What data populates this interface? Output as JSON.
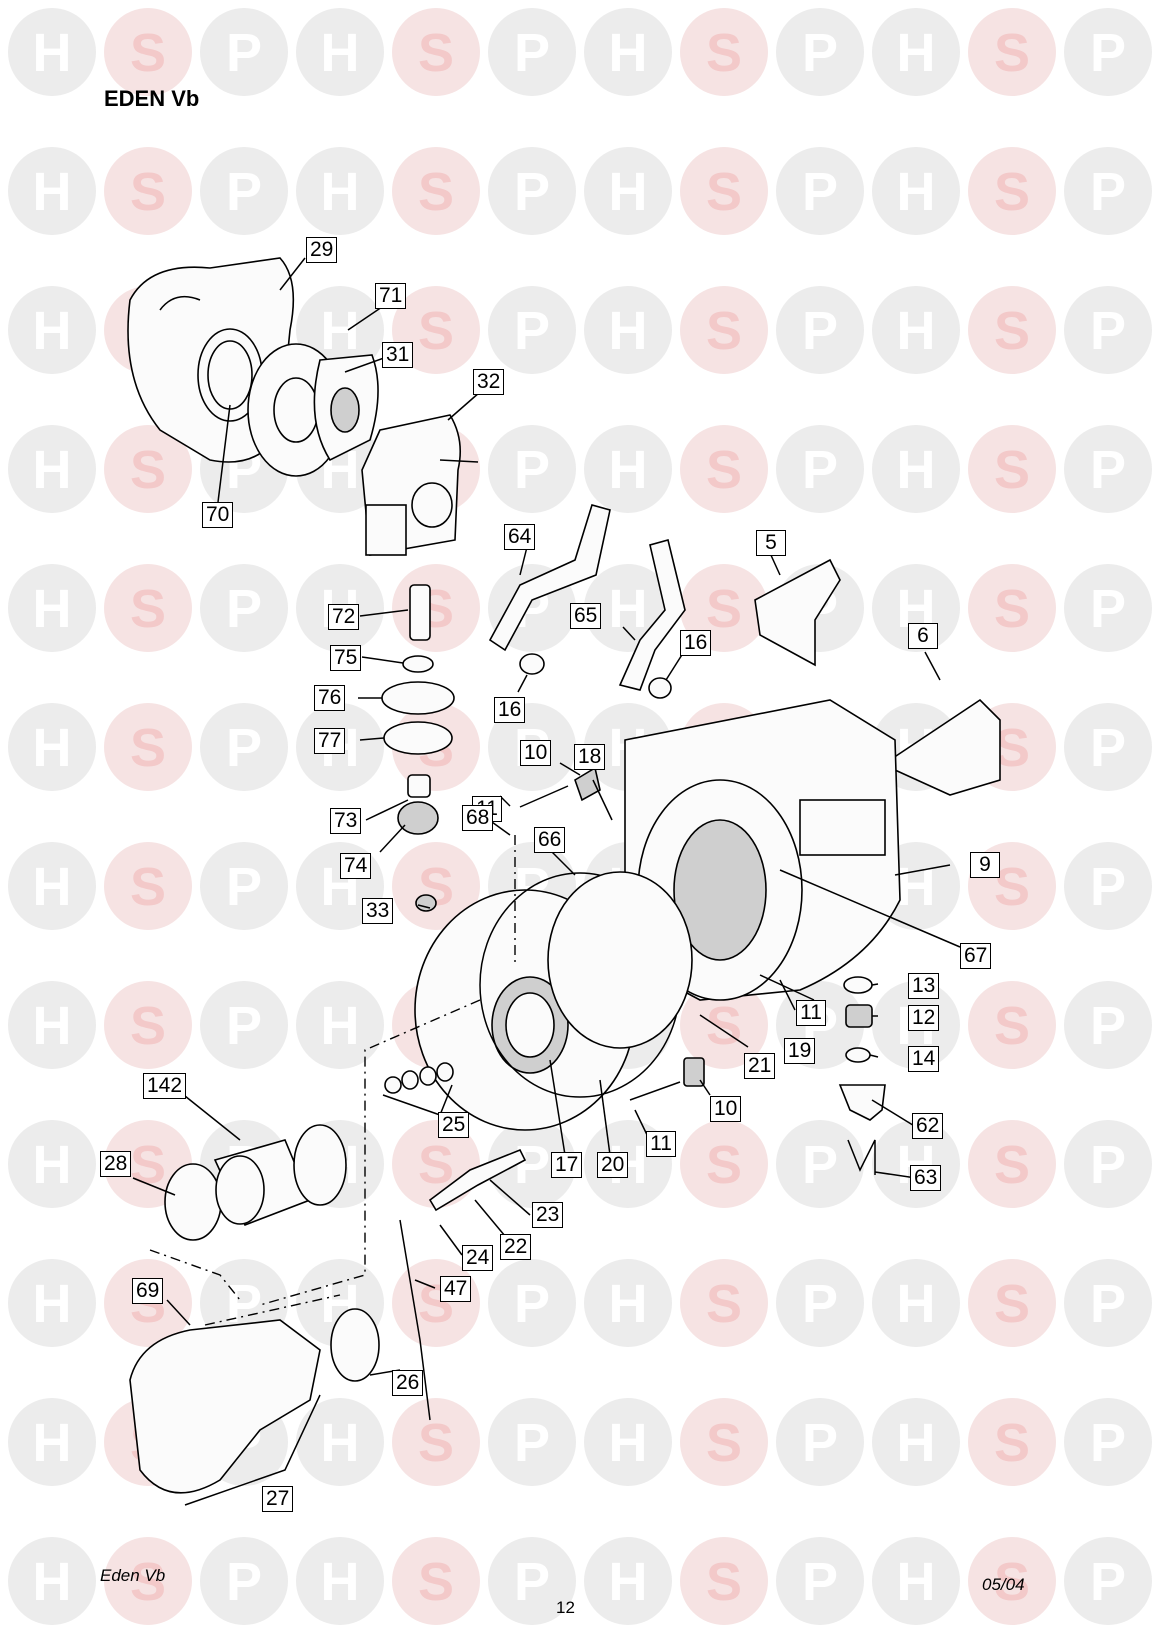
{
  "header": {
    "title": "EDEN Vb"
  },
  "footer": {
    "left": "Eden Vb",
    "page": "12",
    "date": "05/04"
  },
  "watermark": {
    "letters": [
      "H",
      "S",
      "P"
    ],
    "circle_colors": {
      "H": "#ececec",
      "S": "#f6e3e3",
      "P": "#ececec"
    },
    "letter_colors": {
      "H": "#ffffff",
      "S": "#f3c9c9",
      "P": "#ffffff"
    }
  },
  "callouts": [
    {
      "id": "c29",
      "text": "29"
    },
    {
      "id": "c71",
      "text": "71"
    },
    {
      "id": "c31",
      "text": "31"
    },
    {
      "id": "c32",
      "text": "32"
    },
    {
      "id": "c70",
      "text": "70"
    },
    {
      "id": "c64",
      "text": "64"
    },
    {
      "id": "c5",
      "text": "5"
    },
    {
      "id": "c72",
      "text": "72"
    },
    {
      "id": "c65",
      "text": "65"
    },
    {
      "id": "c16a",
      "text": "16"
    },
    {
      "id": "c75",
      "text": "75"
    },
    {
      "id": "c6",
      "text": "6"
    },
    {
      "id": "c76",
      "text": "76"
    },
    {
      "id": "c16b",
      "text": "16"
    },
    {
      "id": "c77",
      "text": "77"
    },
    {
      "id": "c10a",
      "text": "10"
    },
    {
      "id": "c11a",
      "text": "11"
    },
    {
      "id": "c73",
      "text": "73"
    },
    {
      "id": "c18",
      "text": "18"
    },
    {
      "id": "c68",
      "text": "68"
    },
    {
      "id": "c66",
      "text": "66"
    },
    {
      "id": "c74",
      "text": "74"
    },
    {
      "id": "c9",
      "text": "9"
    },
    {
      "id": "c33",
      "text": "33"
    },
    {
      "id": "c67",
      "text": "67"
    },
    {
      "id": "c13",
      "text": "13"
    },
    {
      "id": "c11b",
      "text": "11"
    },
    {
      "id": "c12",
      "text": "12"
    },
    {
      "id": "c19",
      "text": "19"
    },
    {
      "id": "c21",
      "text": "21"
    },
    {
      "id": "c14",
      "text": "14"
    },
    {
      "id": "c142",
      "text": "142"
    },
    {
      "id": "c10b",
      "text": "10"
    },
    {
      "id": "c25",
      "text": "25"
    },
    {
      "id": "c62",
      "text": "62"
    },
    {
      "id": "c11c",
      "text": "11"
    },
    {
      "id": "c28",
      "text": "28"
    },
    {
      "id": "c17",
      "text": "17"
    },
    {
      "id": "c20",
      "text": "20"
    },
    {
      "id": "c63",
      "text": "63"
    },
    {
      "id": "c23",
      "text": "23"
    },
    {
      "id": "c22",
      "text": "22"
    },
    {
      "id": "c24",
      "text": "24"
    },
    {
      "id": "c69",
      "text": "69"
    },
    {
      "id": "c47",
      "text": "47"
    },
    {
      "id": "c26",
      "text": "26"
    },
    {
      "id": "c27",
      "text": "27"
    }
  ]
}
